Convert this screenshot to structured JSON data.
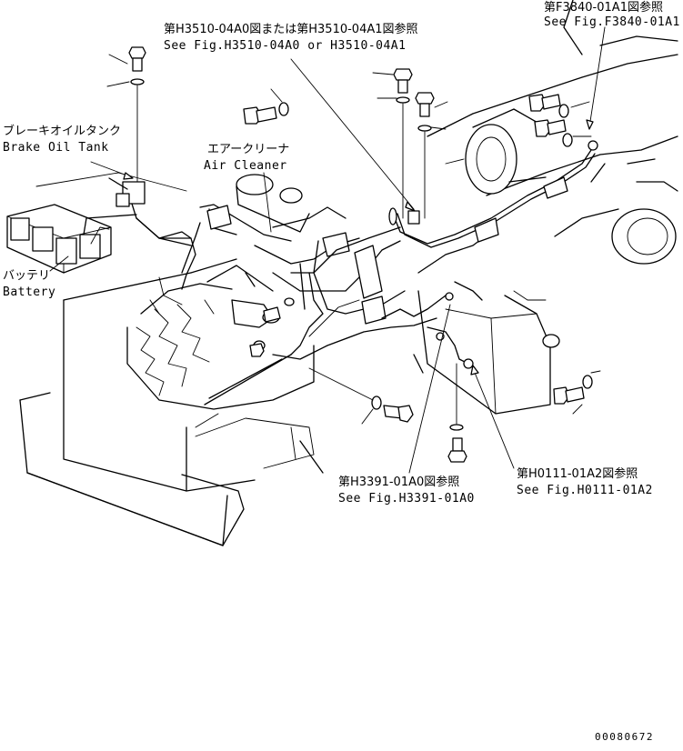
{
  "labels": {
    "brake_oil_tank_jp": "ブレーキオイルタンク",
    "brake_oil_tank_en": "Brake Oil Tank",
    "air_cleaner_jp": "エアークリーナ",
    "air_cleaner_en": "Air Cleaner",
    "battery_jp": "バッテリ",
    "battery_en": "Battery"
  },
  "references": {
    "h3510_jp": "第H3510-04A0図または第H3510-04A1図参照",
    "h3510_en": "See Fig.H3510-04A0 or H3510-04A1",
    "f3840_jp": "第F3840-01A1図参照",
    "f3840_en": "See Fig.F3840-01A1",
    "h3391_jp": "第H3391-01A0図参照",
    "h3391_en": "See Fig.H3391-01A0",
    "h0111_jp": "第H0111-01A2図参照",
    "h0111_en": "See Fig.H0111-01A2"
  },
  "serial_number": "00080672"
}
